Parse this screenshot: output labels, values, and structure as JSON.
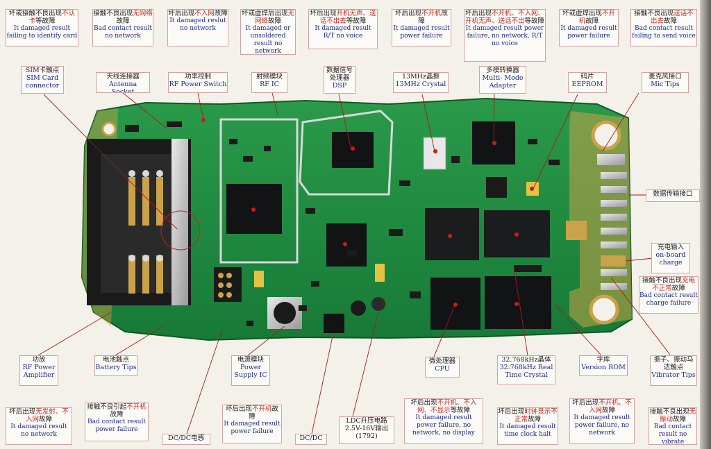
{
  "colors": {
    "board": "#1f8a3f",
    "board_dark": "#106a2c",
    "gold": "#c9a24a",
    "chip": "#111314",
    "accent_red": "#c8261d",
    "line_red": "#a31d1d",
    "text_blue": "#1b2a8a"
  },
  "callouts": [
    {
      "id": "c1",
      "zh_pre": "坏或接触不良出现",
      "zh_red": "不认卡",
      "zh_post": "等故障",
      "en": "It damaged result failing to identify card"
    },
    {
      "id": "c2",
      "zh_pre": "接触不良出现",
      "zh_red": "无网络",
      "zh_post": "故障",
      "en": "Bad contact result no network"
    },
    {
      "id": "c3",
      "zh_pre": "坏后出现",
      "zh_red": "不入网",
      "zh_post": "故障",
      "en": "It damaged reslut no network"
    },
    {
      "id": "c4",
      "zh_pre": "坏或虚焊后出现",
      "zh_red": "无网络",
      "zh_post": "故障",
      "en": "It damaged or unsoldered result no network"
    },
    {
      "id": "c5",
      "zh_pre": "坏后出现",
      "zh_red": "开机无声、送话不出去",
      "zh_post": "等故障",
      "en": "It damaged result R/T no voice"
    },
    {
      "id": "c6",
      "zh_pre": "坏后出现",
      "zh_red": "不开机",
      "zh_post": "故障",
      "en": "It damaged result power failure"
    },
    {
      "id": "c7",
      "zh_pre": "坏后出现",
      "zh_red": "不开机、不入网、开机无声、送话不出",
      "zh_post": "等故障",
      "en": "It damaged result power failure, no network, R/T no voice"
    },
    {
      "id": "c8",
      "zh_pre": "坏或虚焊出现",
      "zh_red": "不开机",
      "zh_post": "故障",
      "en": "It damaged result power failure"
    },
    {
      "id": "c9",
      "zh_pre": "接触不良出现",
      "zh_red": "送话不出去",
      "zh_post": "故障",
      "en": "Bad contact result failing to send voice"
    },
    {
      "id": "c10",
      "zh_pre": "接触不良出现",
      "zh_red": "充电不正常",
      "zh_post": "故障",
      "en": "Bad contact result charge failure"
    },
    {
      "id": "c11",
      "zh_pre": "坏后出现",
      "zh_red": "无发射、不入网",
      "zh_post": "故障",
      "en": "It damaged result no network"
    },
    {
      "id": "c12",
      "zh_pre": "接触不良引起",
      "zh_red": "不开机",
      "zh_post": "故障",
      "en": "Bad contact result power failure"
    },
    {
      "id": "c13",
      "zh_pre": "坏后出现",
      "zh_red": "不开机",
      "zh_post": "故障",
      "en": "It damaged result power failure"
    },
    {
      "id": "c14",
      "zh_pre": "坏后出现",
      "zh_red": "不开机、不入网、不显示",
      "zh_post": "等故障",
      "en": "It damaged result power failure, no network, no display"
    },
    {
      "id": "c15",
      "zh_pre": "坏后出现",
      "zh_red": "时钟显示不正常",
      "zh_post": "故障",
      "en": "It damaged result time clock halt"
    },
    {
      "id": "c16",
      "zh_pre": "坏后出现",
      "zh_red": "不开机、不入网",
      "zh_post": "故障",
      "en": "It damaged result power failure, no network"
    },
    {
      "id": "c17",
      "zh_pre": "接触不良出现",
      "zh_red": "无振动",
      "zh_post": "故障",
      "en": "Bad contact result no vibrate"
    }
  ],
  "labels": [
    {
      "id": "l1",
      "zh": "SIM卡触点",
      "en": "SIM Card connector"
    },
    {
      "id": "l2",
      "zh": "天线连接器",
      "en": "Antenna Socket"
    },
    {
      "id": "l3",
      "zh": "功率控制",
      "en": "RF Power Switch"
    },
    {
      "id": "l4",
      "zh": "射频模块",
      "en": "RF IC"
    },
    {
      "id": "l5",
      "zh": "数据信号处理器",
      "en": "DSP"
    },
    {
      "id": "l6",
      "zh": "13MHz晶振",
      "en": "13MHz Crystal"
    },
    {
      "id": "l7",
      "zh": "多模转换器",
      "en": "Multi- Mode Adapter"
    },
    {
      "id": "l8",
      "zh": "码片",
      "en": "EEPROM"
    },
    {
      "id": "l9",
      "zh": "麦克风接口",
      "en": "Mic Tips"
    },
    {
      "id": "l10",
      "zh": "数据传输接口",
      "en": ""
    },
    {
      "id": "l11",
      "zh": "充电输入",
      "en": "on-board charge"
    },
    {
      "id": "l12",
      "zh": "功放",
      "en": "RF Power Amplifier"
    },
    {
      "id": "l13",
      "zh": "电池触点",
      "en": "Battery Tips"
    },
    {
      "id": "l14",
      "zh": "电源模块",
      "en": "Power Supply IC"
    },
    {
      "id": "l15",
      "zh": "DC/DC电感",
      "en": ""
    },
    {
      "id": "l16",
      "zh": "DC/DC",
      "en": ""
    },
    {
      "id": "l17",
      "zh": "LDC升压电路 2.5V-16V输出 (1792)",
      "en": ""
    },
    {
      "id": "l18",
      "zh": "微处理器",
      "en": "CPU"
    },
    {
      "id": "l19",
      "zh": "32.768kHz晶体",
      "en": "32.768kHz Real Time Crystal"
    },
    {
      "id": "l20",
      "zh": "字库",
      "en": "Version ROM"
    },
    {
      "id": "l21",
      "zh": "振子、振动马达触点",
      "en": "Vibrator Tips"
    }
  ]
}
